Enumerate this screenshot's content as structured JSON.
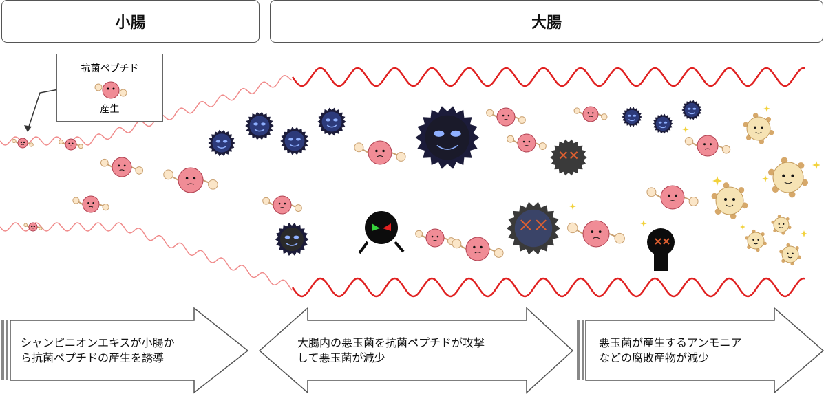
{
  "headers": {
    "small_intestine": "小腸",
    "large_intestine": "大腸"
  },
  "callout": {
    "line1": "抗菌ペプチド",
    "line2": "産生"
  },
  "steps": [
    {
      "text_line1": "シャンピニオンエキスが小腸か",
      "text_line2": "ら抗菌ペプチドの産生を誘導"
    },
    {
      "text_line1": "大腸内の悪玉菌を抗菌ペプチドが攻撃",
      "text_line2": "して悪玉菌が減少"
    },
    {
      "text_line1": "悪玉菌が産生するアンモニア",
      "text_line2": "などの腐敗産物が減少"
    }
  ],
  "colors": {
    "wave": "#e02020",
    "wave_faint": "#f08a8a",
    "peptide": "#f08c96",
    "bad_bacteria": "#222244",
    "good_bacteria": "#f6e3b4"
  }
}
